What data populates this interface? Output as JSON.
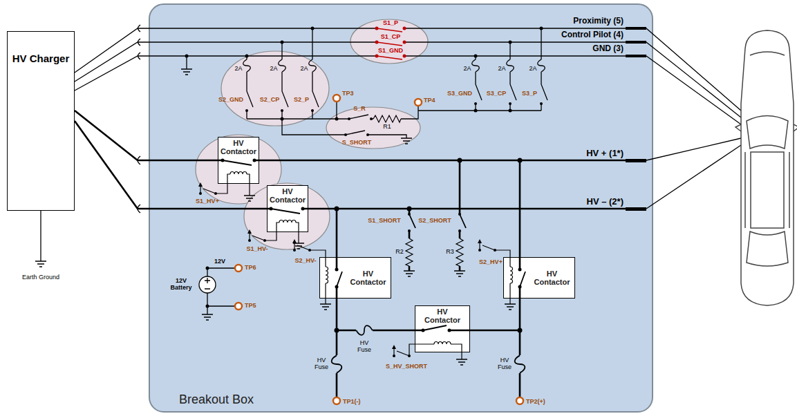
{
  "diagram": {
    "nodes": [
      {
        "text": [
          "HV Charger"
        ]
      },
      {
        "text": [
          "Breakout Box"
        ]
      },
      {
        "text": [
          "HV Contactor"
        ],
        "in": 1
      },
      {
        "text": [
          "HV Contactor"
        ],
        "in": 1
      },
      {
        "text": [
          "HV Contactor"
        ],
        "in": 1
      },
      {
        "text": [
          "HV Contactor"
        ],
        "in": 1
      },
      {
        "text": [
          "HV Contactor"
        ],
        "in": 1
      }
    ],
    "edges": [
      {
        "from": 0,
        "to": 1,
        "arrow": "none"
      },
      {
        "from": 0,
        "to": 1,
        "arrow": "none"
      },
      {
        "from": 0,
        "to": 1,
        "arrow": "none"
      },
      {
        "from": 0,
        "to": 1,
        "arrow": "none"
      },
      {
        "from": 0,
        "to": 1,
        "arrow": "none"
      }
    ],
    "labels": [
      "Proximity (5)",
      "Control Pilot (4)",
      "GND (3)",
      "S1_P",
      "S1_CP",
      "S1_GND",
      "2A",
      "2A",
      "2A",
      "S2_GND",
      "S2_CP",
      "S2_P",
      "TP3",
      "S_R",
      "R1",
      "TP4",
      "S_SHORT",
      "2A",
      "2A",
      "2A",
      "S3_GND",
      "S3_CP",
      "S3_P",
      "HV + (1*)",
      "HV – (2*)",
      "S1_HV+",
      "S1_HV-",
      "S1_SHORT",
      "S2_SHORT",
      "R2",
      "R3",
      "S2_HV-",
      "S2_HV+",
      "12V",
      "TP6",
      "12V Battery",
      "TP5",
      "HV Fuse",
      "S_HV_SHORT",
      "HV Fuse",
      "HV Fuse",
      "TP1(-)",
      "TP2(+)",
      "Earth Ground"
    ]
  }
}
